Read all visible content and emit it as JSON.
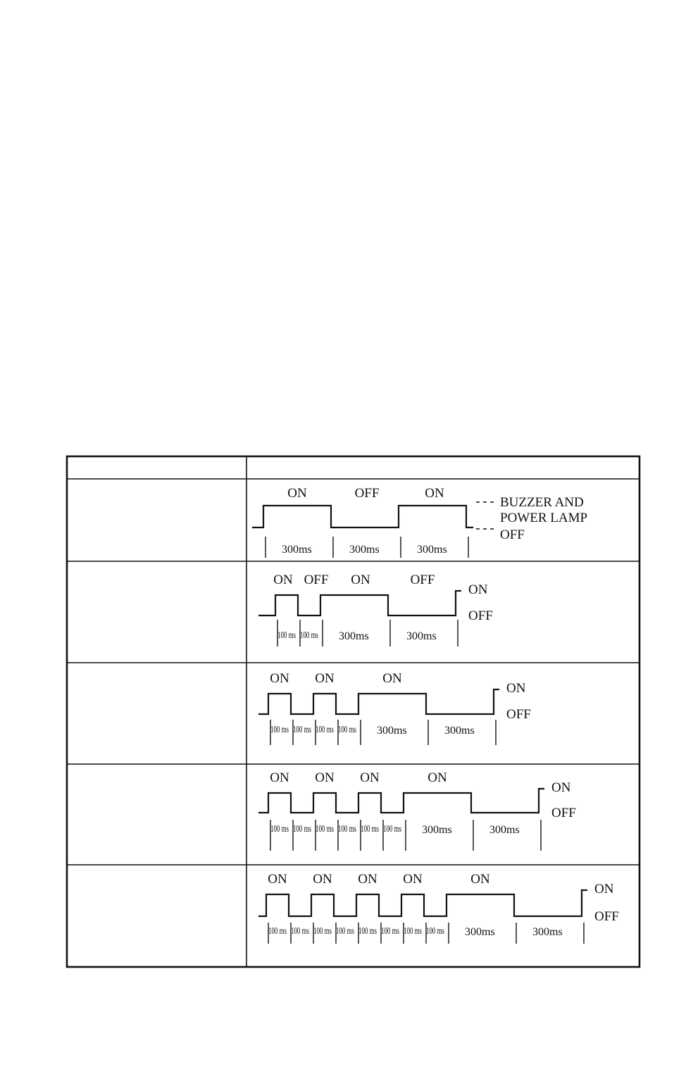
{
  "table": {
    "header": [
      "",
      ""
    ],
    "rows": [
      {
        "label": "",
        "pattern": {
          "state_labels": [
            "ON",
            "OFF",
            "ON"
          ],
          "pulses_100ms": 0,
          "durations": [
            "300ms",
            "300ms",
            "300ms"
          ],
          "annotation": [
            "BUZZER AND",
            "POWER LAMP",
            "OFF"
          ],
          "level_labels": []
        }
      },
      {
        "label": "",
        "pattern": {
          "state_labels": [
            "ON",
            "OFF",
            "ON",
            "OFF"
          ],
          "pulses_100ms": 1,
          "durations": [
            "100 ms",
            "100 ms",
            "300ms",
            "300ms"
          ],
          "annotation": [],
          "level_labels": [
            "ON",
            "OFF"
          ]
        }
      },
      {
        "label": "",
        "pattern": {
          "state_labels": [
            "ON",
            "ON",
            "ON"
          ],
          "pulses_100ms": 2,
          "durations": [
            "100 ms",
            "100 ms",
            "100 ms",
            "100 ms",
            "300ms",
            "300ms"
          ],
          "annotation": [],
          "level_labels": [
            "ON",
            "OFF"
          ]
        }
      },
      {
        "label": "",
        "pattern": {
          "state_labels": [
            "ON",
            "ON",
            "ON",
            "ON"
          ],
          "pulses_100ms": 3,
          "durations": [
            "100 ms",
            "100 ms",
            "100 ms",
            "100 ms",
            "100 ms",
            "100 ms",
            "300ms",
            "300ms"
          ],
          "annotation": [],
          "level_labels": [
            "ON",
            "OFF"
          ]
        }
      },
      {
        "label": "",
        "pattern": {
          "state_labels": [
            "ON",
            "ON",
            "ON",
            "ON",
            "ON"
          ],
          "pulses_100ms": 4,
          "durations": [
            "100 ms",
            "100 ms",
            "100 ms",
            "100 ms",
            "100 ms",
            "100 ms",
            "100 ms",
            "100 ms",
            "300ms",
            "300ms"
          ],
          "annotation": [],
          "level_labels": [
            "ON",
            "OFF"
          ]
        }
      }
    ]
  }
}
